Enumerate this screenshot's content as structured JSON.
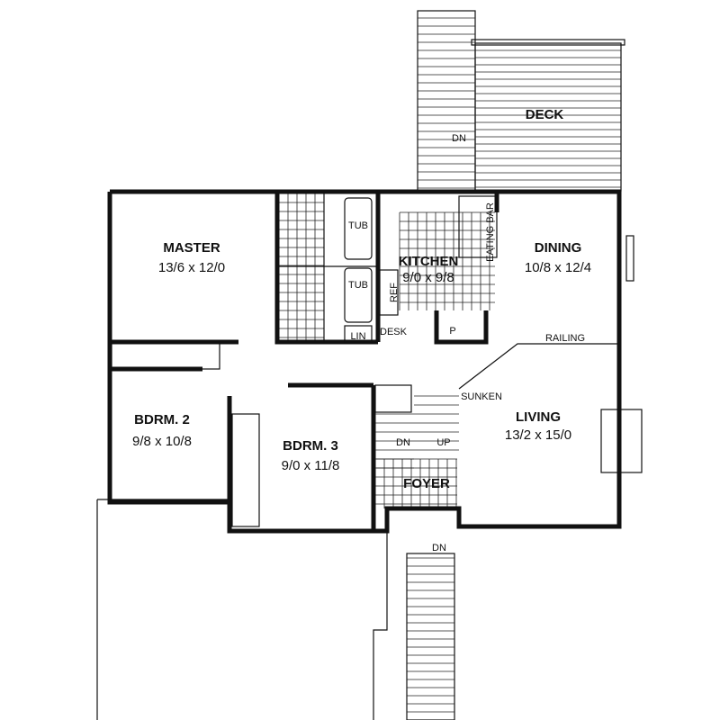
{
  "rooms": {
    "deck": {
      "name": "DECK"
    },
    "master": {
      "name": "MASTER",
      "size": "13/6 x 12/0"
    },
    "kitchen": {
      "name": "KITCHEN",
      "size": "9/0 x 9/8"
    },
    "dining": {
      "name": "DINING",
      "size": "10/8 x 12/4"
    },
    "living": {
      "prefix": "SUNKEN",
      "name": "LIVING",
      "size": "13/2 x 15/0"
    },
    "bdrm2": {
      "name": "BDRM. 2",
      "size": "9/8 x 10/8"
    },
    "bdrm3": {
      "name": "BDRM. 3",
      "size": "9/0 x 11/8"
    },
    "foyer": {
      "name": "FOYER"
    }
  },
  "fixtures": {
    "tub_upper": "TUB",
    "tub_lower": "TUB",
    "eating_bar": "EATING BAR",
    "ref": "REF",
    "lin": "LIN",
    "desk": "DESK",
    "pantry": "P",
    "railing": "RAILING"
  },
  "stairs": {
    "deck_down": "DN",
    "foyer_down": "DN",
    "foyer_up": "UP",
    "entry_down": "DN"
  }
}
